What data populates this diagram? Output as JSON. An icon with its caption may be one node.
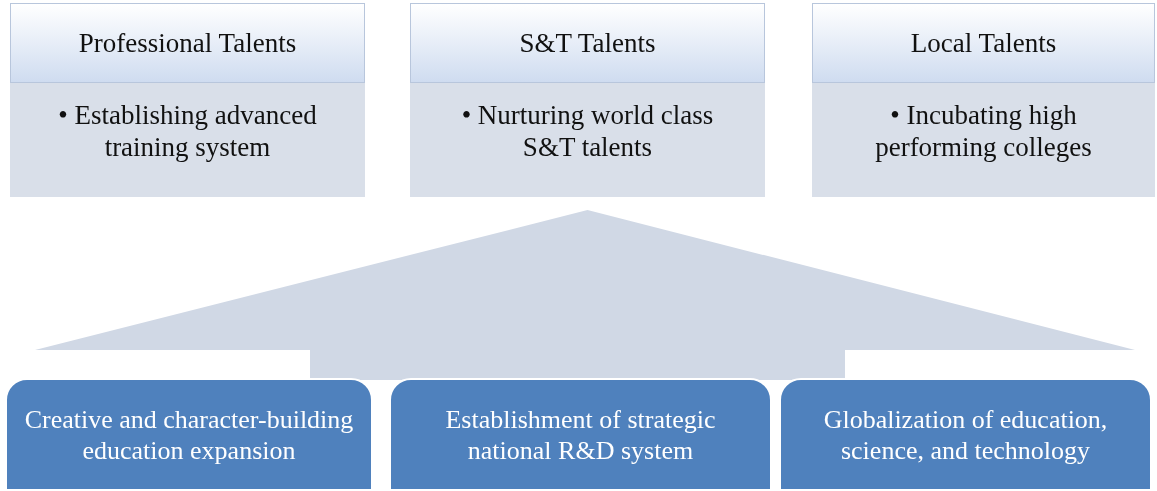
{
  "diagram": {
    "nodes": [
      {
        "text": [
          "Professional Talents",
          "• Establishing advanced training system"
        ]
      },
      {
        "text": [
          "S&T Talents",
          "• Nurturing world class S&T talents"
        ]
      },
      {
        "text": [
          "Local Talents",
          "• Incubating high performing colleges"
        ]
      },
      {
        "text": [
          "Creative and character-building education expansion"
        ]
      },
      {
        "text": [
          "Establishment of strategic national R&D system"
        ]
      },
      {
        "text": [
          "Globalization of education, science, and technology"
        ]
      }
    ],
    "edges": [
      {
        "from": 4,
        "to": 1,
        "arrow": "to"
      }
    ]
  }
}
